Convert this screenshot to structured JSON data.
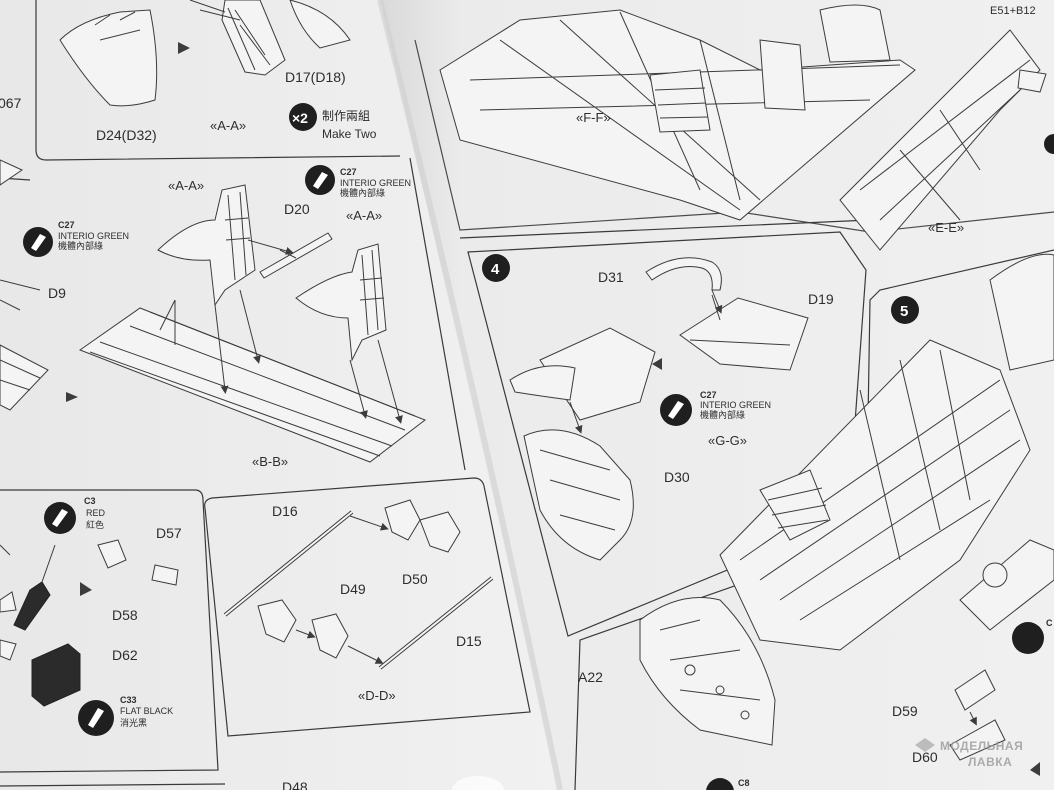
{
  "left_page": {
    "top_panel": {
      "labels": [
        "067",
        "D24(D32)",
        "«A-A»",
        "D17(D18)"
      ],
      "make_two": {
        "multiplier": "×2",
        "cn": "制作兩組",
        "en": "Make Two"
      }
    },
    "panel_bb": {
      "view_labels": [
        "«A-A»",
        "«A-A»"
      ],
      "part_labels": [
        "D20",
        "D9"
      ],
      "title": "«B-B»",
      "paint_right": {
        "code": "C27",
        "name": "INTERIO GREEN",
        "cn": "機體內部綠"
      },
      "paint_left": {
        "code": "C27",
        "name": "INTERIO GREEN",
        "cn": "機體內部綠"
      }
    },
    "panel_left_bottom": {
      "paint_red": {
        "code": "C3",
        "name": "RED",
        "cn": "紅色"
      },
      "paint_black": {
        "code": "C33",
        "name": "FLAT BLACK",
        "cn": "消光黑"
      },
      "part_labels": [
        "D57",
        "D58",
        "D62",
        "D48"
      ]
    },
    "panel_dd": {
      "part_labels": [
        "D16",
        "D49",
        "D50",
        "D15"
      ],
      "title": "«D-D»"
    }
  },
  "right_page": {
    "top_labels": [
      "E51+B12",
      "«F-F»",
      "«E-E»"
    ],
    "step4": {
      "number": "4",
      "part_labels": [
        "D31",
        "D19",
        "D30"
      ],
      "paint": {
        "code": "C27",
        "name": "INTERIO GREEN",
        "cn": "機體內部綠"
      },
      "view": "«G-G»"
    },
    "step5": {
      "number": "5",
      "part_labels": [
        "A22",
        "D59",
        "D60"
      ],
      "paint_bottom": {
        "code": "C8"
      },
      "paint_right": {
        "code": "C"
      }
    },
    "watermark": [
      "МОДЕЛЬНАЯ",
      "ЛАВКА"
    ]
  }
}
